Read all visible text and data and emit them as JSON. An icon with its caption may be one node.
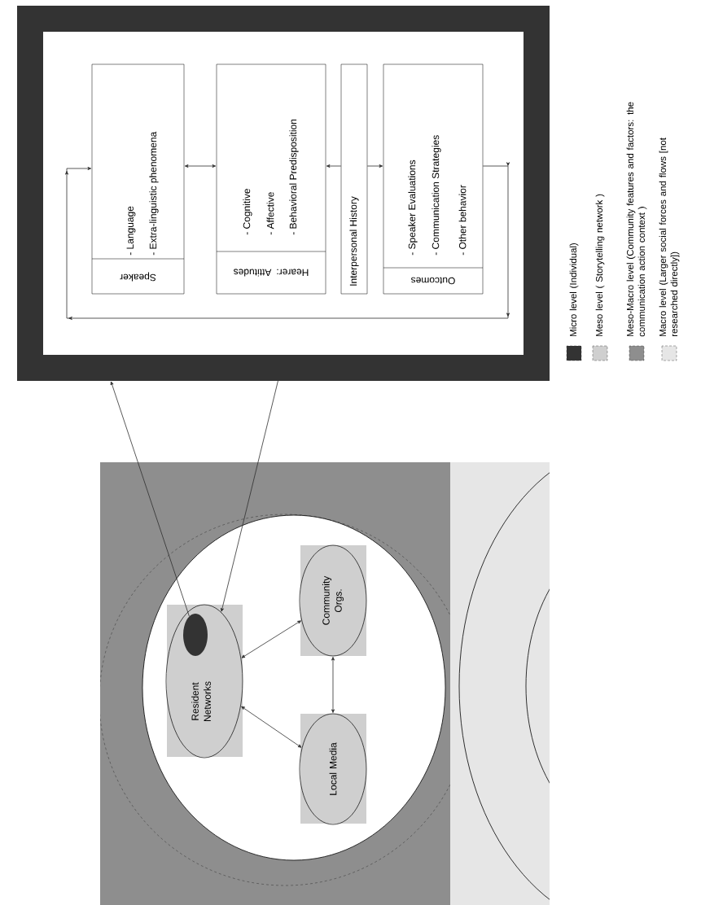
{
  "diagram": {
    "nodes": [
      {
        "text": [],
        "shape": "box"
      },
      {
        "text": [
          "Speaker",
          "- Language",
          "- Extra-linguistic phenomena"
        ],
        "in": 0
      },
      {
        "text": [
          "Hearer: Attitudes",
          "- Cognitive",
          "- Affective",
          "- Behavioral Predisposition"
        ],
        "in": 0
      },
      {
        "text": [
          "Interpersonal History"
        ],
        "in": 0
      },
      {
        "text": [
          "Outcomes",
          "- Speaker Evaluations",
          "- Communication Strategies",
          "- Other behavior"
        ],
        "in": 0
      },
      {
        "text": [],
        "shape": "circle"
      },
      {
        "text": [
          "Resident Networks"
        ],
        "in": 5
      },
      {
        "text": [],
        "shape": "circle",
        "in": 6
      },
      {
        "text": [
          "Local Media"
        ],
        "in": 5
      },
      {
        "text": [
          "Community Orgs."
        ],
        "in": 5
      }
    ],
    "edges": [
      {
        "from": 1,
        "to": 2,
        "arrow": "both"
      },
      {
        "from": 3,
        "to": 2,
        "arrow": "to"
      },
      {
        "from": 3,
        "to": 4,
        "arrow": "to"
      },
      {
        "from": 4,
        "to": 1,
        "arrow": "to"
      },
      {
        "from": 7,
        "to": 0,
        "arrow": "to"
      },
      {
        "from": 0,
        "to": 6,
        "arrow": "to"
      },
      {
        "from": 6,
        "to": 9,
        "arrow": "both"
      },
      {
        "from": 9,
        "to": 8,
        "arrow": "both"
      },
      {
        "from": 6,
        "to": 8,
        "arrow": "both"
      }
    ],
    "legend": [
      {
        "text": "Micro level (Individual)",
        "color": "#333333"
      },
      {
        "text": "Meso level ( Storytelling network )",
        "color": "#cfcfcf"
      },
      {
        "text": "Meso-Macro level (Community features and factors: the communication action context )",
        "color": "#8e8e8e"
      },
      {
        "text": "Macro level (Larger social forces and flows [not researched directly])",
        "color": "#e6e6e6"
      }
    ]
  }
}
